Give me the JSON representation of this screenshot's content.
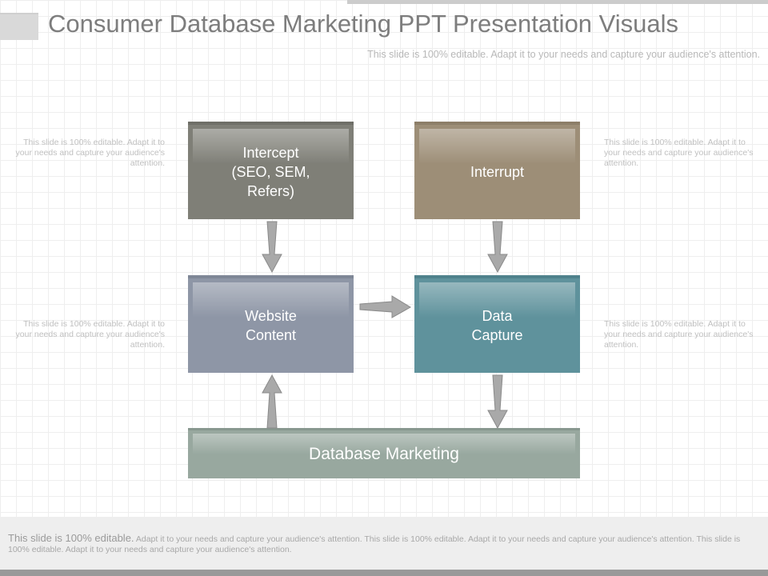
{
  "title": "Consumer Database Marketing PPT Presentation Visuals",
  "subtitle": "This slide is 100% editable. Adapt it to your needs and capture your audience's attention.",
  "side_notes": {
    "top_left": "This slide is 100% editable. Adapt it to your needs and capture your audience's attention.",
    "top_right": "This slide is 100% editable. Adapt it to your needs and capture your audience's attention.",
    "middle_left": "This slide is 100% editable. Adapt it to your needs and capture your audience's attention.",
    "middle_right": "This slide is 100% editable. Adapt it to your needs and capture your audience's attention."
  },
  "boxes": {
    "intercept": "Intercept\n(SEO, SEM,\nRefers)",
    "interrupt": "Interrupt",
    "website_content": "Website\nContent",
    "data_capture": "Data\nCapture",
    "database_marketing": "Database Marketing"
  },
  "footer": {
    "lead": "This slide is 100% editable.",
    "text": "Adapt it to your needs and capture your audience's attention. This slide is 100% editable. Adapt it to your needs and capture your audience's attention. This slide is 100% editable. Adapt it to your needs and capture your audience's attention."
  },
  "colors": {
    "intercept": "#7f7f77",
    "interrupt": "#9d8e77",
    "website_content": "#8e96a6",
    "data_capture": "#5f929c",
    "database_marketing": "#98a89f",
    "arrow": "#a9a9a9"
  }
}
